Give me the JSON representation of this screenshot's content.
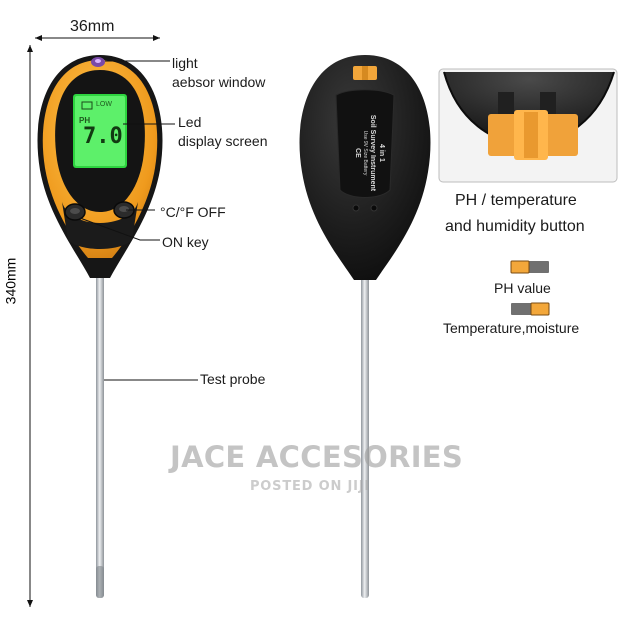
{
  "dimensions": {
    "width_label": "36mm",
    "height_label": "340mm"
  },
  "callouts": {
    "light_window": [
      "light",
      "aebsor window"
    ],
    "led_display": [
      "Led",
      "display screen"
    ],
    "temp_off": "°C/°F OFF",
    "on_key": "ON key",
    "test_probe": "Test probe"
  },
  "lcd": {
    "top_text": "LOW",
    "mode_text": "PH",
    "reading": "7.0"
  },
  "back_label": {
    "line1": "4 in 1",
    "line2": "Soil Survey Instrument",
    "line3": "Use 9V Size Battery",
    "mark": "CE"
  },
  "inset": {
    "caption": [
      "PH / temperature",
      "and humidity button"
    ],
    "legend": [
      {
        "label": "PH value",
        "switch_position": "left"
      },
      {
        "label": "Temperature,moisture",
        "switch_position": "right"
      }
    ]
  },
  "watermark": {
    "title": "JACE ACCESORIES",
    "subtitle": "POSTED ON JIJI"
  },
  "colors": {
    "device_yellow": "#f2a024",
    "device_body": "#1c1c1c",
    "lcd_green": "#36e04a",
    "probe_steel": "#c9cdd2",
    "switch_orange": "#f3a73a",
    "switch_grey": "#6e6e6e"
  }
}
